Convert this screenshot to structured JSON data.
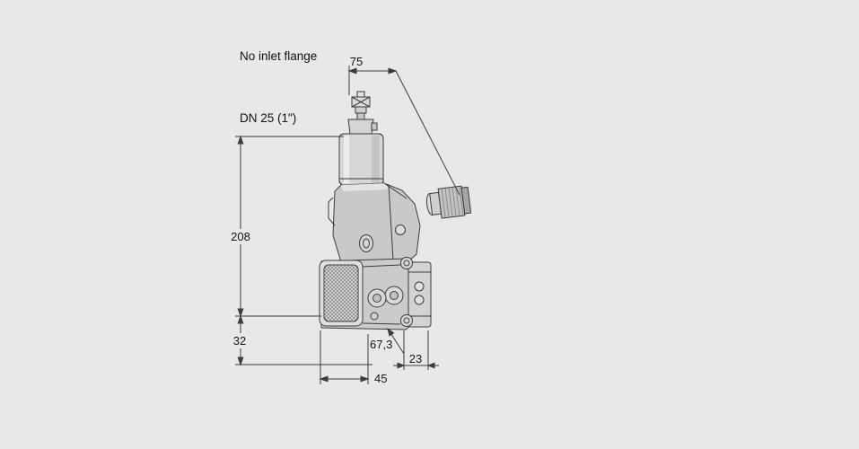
{
  "canvas": {
    "background": "#e8e8e8",
    "line_color": "#3c3c3c"
  },
  "notes": {
    "line1": "No inlet flange",
    "line2": "DN 25 (1\")"
  },
  "dims": {
    "top_width": "75",
    "height_main": "208",
    "height_lower": "32",
    "depth": "67,3",
    "right_offset": "23",
    "bottom_width": "45"
  }
}
